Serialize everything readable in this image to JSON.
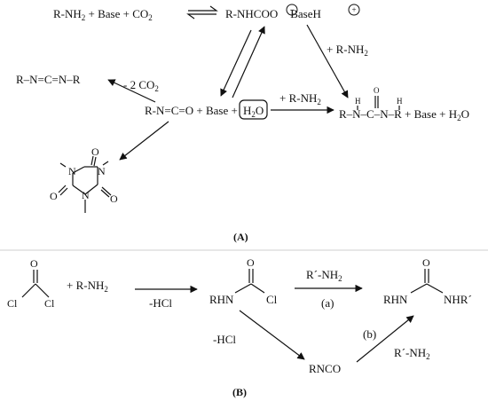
{
  "scheme_a": {
    "top_left": {
      "p1": "R-NH",
      "sub1": "2",
      "p2": " + Base + CO",
      "sub2": "2"
    },
    "top_right": {
      "p1": "R-NHCOO",
      "charge1": "−",
      "p2": "BaseH",
      "charge2": "+"
    },
    "carbodiimide": "R–N=C=N–R",
    "co2_loss": {
      "p1": "- 2 CO",
      "sub": "2"
    },
    "center": {
      "p1": "R-N=C=O + Base +",
      "boxed_p1": "H",
      "boxed_sub": "2",
      "boxed_p2": "O"
    },
    "amine_top": {
      "p1": "+ R-NH",
      "sub": "2"
    },
    "amine_mid": {
      "p1": "+ R-NH",
      "sub": "2"
    },
    "urea": {
      "p1": "R–N–C–N–R + Base + H",
      "sub": "2",
      "p2": "O",
      "h_left": "H",
      "o_top": "O",
      "h_right": "H"
    },
    "isocyanurate_atoms": {
      "n": "N",
      "o": "O"
    },
    "panel_label": "(A)"
  },
  "scheme_b": {
    "phosgene": {
      "o": "O",
      "cl_left": "Cl",
      "cl_right": "Cl"
    },
    "amine": {
      "p1": "+  R-NH",
      "sub": "2"
    },
    "hcl_1": "-HCl",
    "hcl_2": "-HCl",
    "carbamoyl": {
      "rhn": "RHN",
      "o": "O",
      "cl": "Cl"
    },
    "reagent_a": {
      "p1": "R´-NH",
      "sub": "2"
    },
    "step_a": "(a)",
    "step_b": "(b)",
    "reagent_b": {
      "p1": "R´-NH",
      "sub": "2"
    },
    "urea": {
      "rhn": "RHN",
      "o": "O",
      "nhr": "NHR´"
    },
    "isocyanate": "RNCO",
    "panel_label": "(B)"
  }
}
